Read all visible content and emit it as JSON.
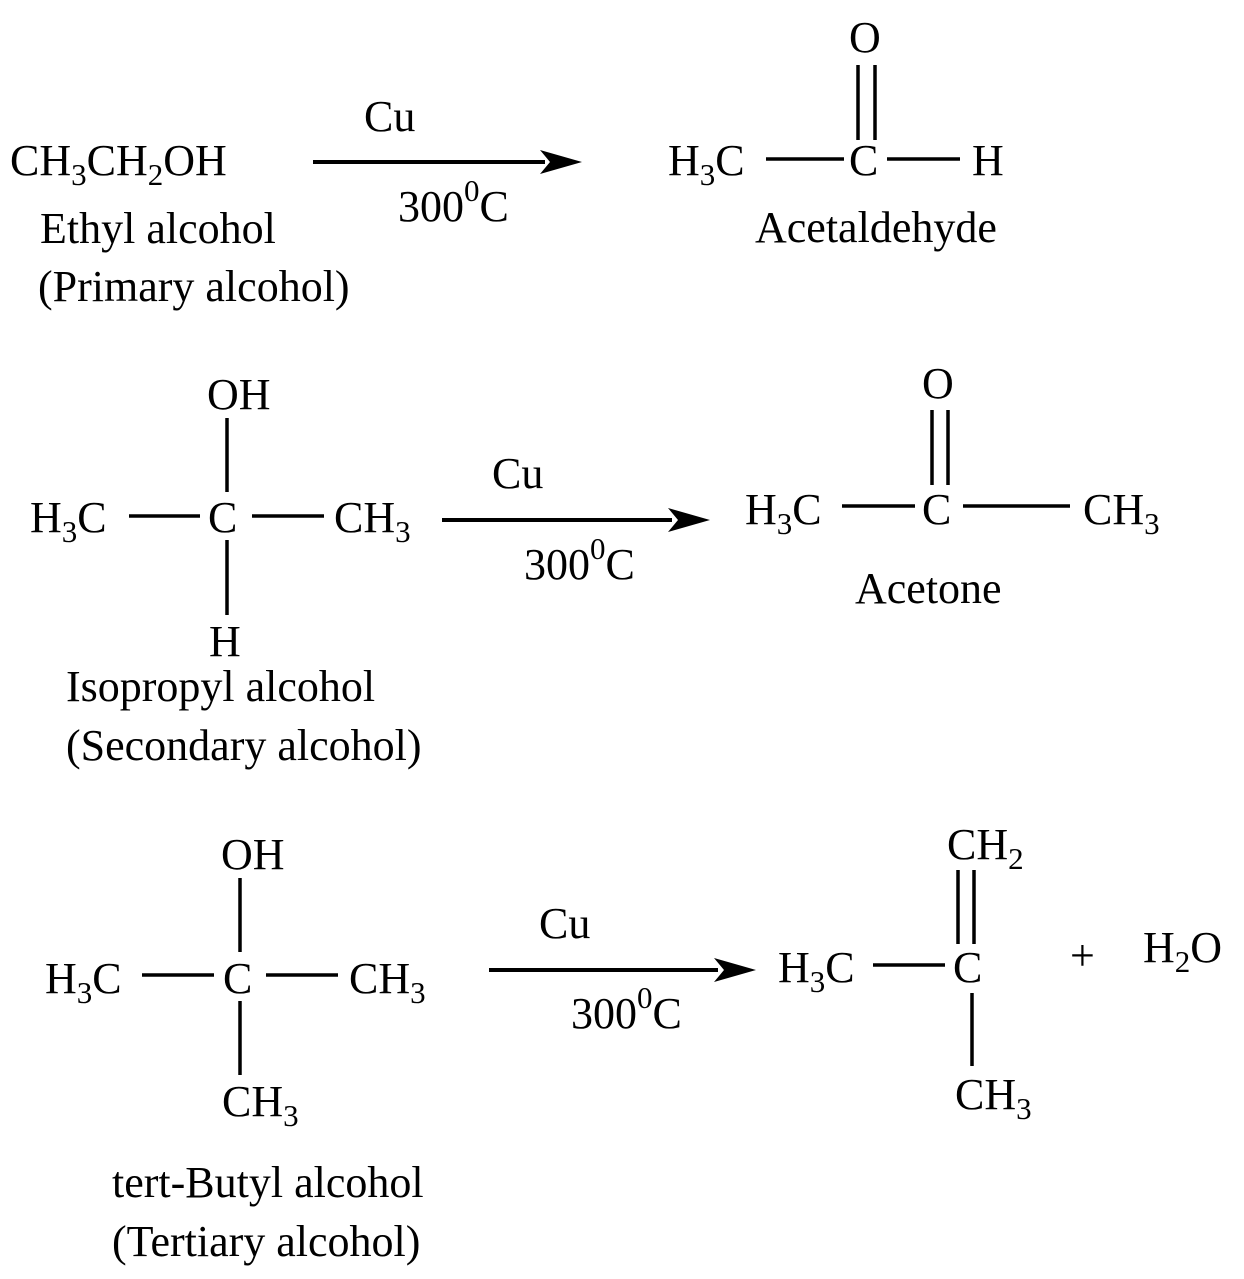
{
  "reaction_1": {
    "reactant": {
      "formula_part1": "CH",
      "formula_sub1": "3",
      "formula_part2": "CH",
      "formula_sub2": "2",
      "formula_part3": "OH",
      "name": "Ethyl alcohol",
      "class": "(Primary alcohol)"
    },
    "reagent": "Cu",
    "condition_main": "300",
    "condition_sup": "0",
    "condition_unit": "C",
    "product": {
      "o_atom": "O",
      "methyl": "H",
      "methyl_sub": "3",
      "methyl_c": "C",
      "center_c": "C",
      "h_atom": "H",
      "name": "Acetaldehyde"
    }
  },
  "reaction_2": {
    "reactant": {
      "top": "OH",
      "left": "H",
      "left_sub": "3",
      "left_c": "C",
      "center": "C",
      "right": "CH",
      "right_sub": "3",
      "bottom": "H",
      "name": "Isopropyl alcohol",
      "class": "(Secondary alcohol)"
    },
    "reagent": "Cu",
    "condition_main": "300",
    "condition_sup": "0",
    "condition_unit": "C",
    "product": {
      "o_atom": "O",
      "left": "H",
      "left_sub": "3",
      "left_c": "C",
      "center": "C",
      "right": "CH",
      "right_sub": "3",
      "name": "Acetone"
    }
  },
  "reaction_3": {
    "reactant": {
      "top": "OH",
      "left": "H",
      "left_sub": "3",
      "left_c": "C",
      "center": "C",
      "right": "CH",
      "right_sub": "3",
      "bottom": "CH",
      "bottom_sub": "3",
      "name": "tert-Butyl alcohol",
      "class": "(Tertiary alcohol)"
    },
    "reagent": "Cu",
    "condition_main": "300",
    "condition_sup": "0",
    "condition_unit": "C",
    "product": {
      "top": "CH",
      "top_sub": "2",
      "left": "H",
      "left_sub": "3",
      "left_c": "C",
      "center": "C",
      "bottom": "CH",
      "bottom_sub": "3",
      "plus": "+",
      "water_h": "H",
      "water_sub": "2",
      "water_o": "O"
    }
  }
}
